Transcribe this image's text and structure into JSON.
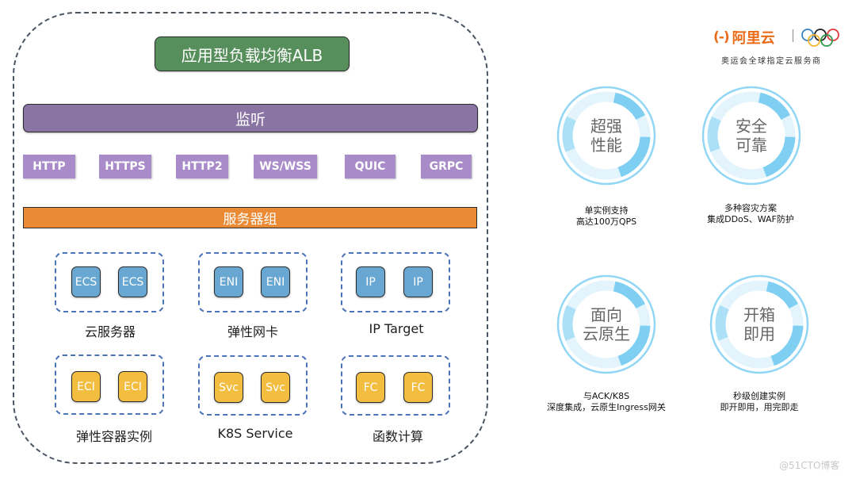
{
  "diagram": {
    "title": "应用型负载均衡ALB",
    "listener": "监听",
    "protocols": [
      "HTTP",
      "HTTPS",
      "HTTP2",
      "WS/WSS",
      "QUIC",
      "GRPC"
    ],
    "server_group": "服务器组",
    "backend_groups": [
      {
        "label": "云服务器",
        "nodes": [
          "ECS",
          "ECS"
        ],
        "color": "blue"
      },
      {
        "label": "弹性网卡",
        "nodes": [
          "ENI",
          "ENI"
        ],
        "color": "blue"
      },
      {
        "label": "IP Target",
        "nodes": [
          "IP",
          "IP"
        ],
        "color": "blue"
      },
      {
        "label": "弹性容器实例",
        "nodes": [
          "ECI",
          "ECI"
        ],
        "color": "yellow"
      },
      {
        "label": "K8S Service",
        "nodes": [
          "Svc",
          "Svc"
        ],
        "color": "yellow"
      },
      {
        "label": "函数计算",
        "nodes": [
          "FC",
          "FC"
        ],
        "color": "yellow"
      }
    ]
  },
  "logo": {
    "brand": "阿里云",
    "bracket_glyph": "(-)",
    "subtitle": "奥运会全球指定云服务商"
  },
  "features": [
    {
      "title_line1": "超强",
      "title_line2": "性能",
      "desc_line1": "单实例支持",
      "desc_line2": "高达100万QPS"
    },
    {
      "title_line1": "安全",
      "title_line2": "可靠",
      "desc_line1": "多种容灾方案",
      "desc_line2": "集成DDoS、WAF防护"
    },
    {
      "title_line1": "面向",
      "title_line2": "云原生",
      "desc_line1": "与ACK/K8S",
      "desc_line2": "深度集成，云原生Ingress网关"
    },
    {
      "title_line1": "开箱",
      "title_line2": "即用",
      "desc_line1": "秒级创建实例",
      "desc_line2": "即开即用，用完即走"
    }
  ],
  "colors": {
    "alb_green": "#568f5c",
    "listener_purple": "#8a74a3",
    "protocol_purple": "#a98bc9",
    "server_group_orange": "#ea8a35",
    "node_blue": "#68a7d2",
    "node_yellow": "#f3bd40",
    "ring_blue": "#7fcff3",
    "brand_orange": "#ea6a17"
  },
  "watermark": "@51CTO博客"
}
